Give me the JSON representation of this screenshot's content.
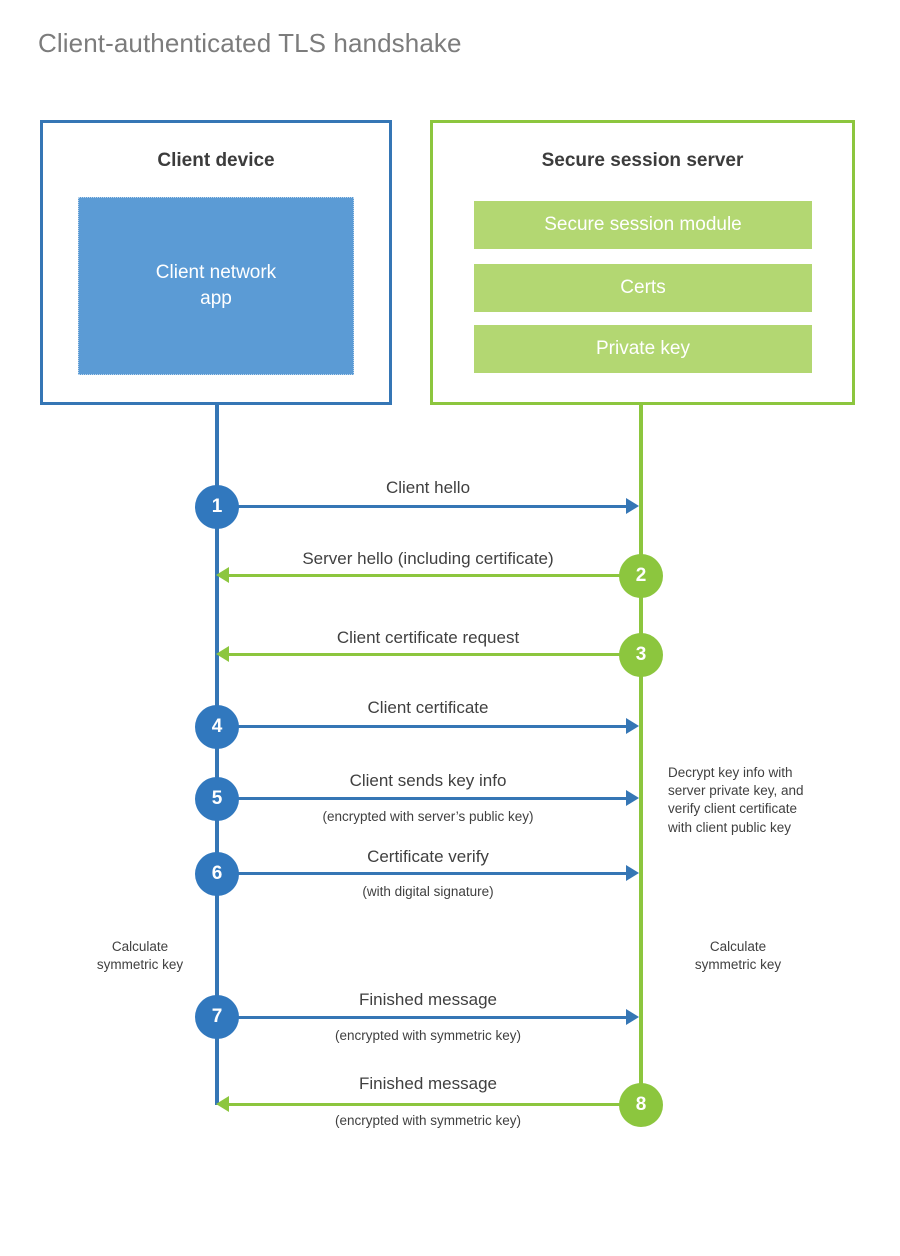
{
  "title": "Client-authenticated TLS handshake",
  "colors": {
    "client_border": "#3576b5",
    "client_fill": "#5b9bd5",
    "client_circle": "#3178be",
    "server_border": "#8cc63e",
    "server_fill": "#b3d772",
    "server_circle": "#8cc63e",
    "title_text": "#7c7c7c",
    "body_text": "#404040"
  },
  "client": {
    "title": "Client device",
    "app_label": "Client network\napp"
  },
  "server": {
    "title": "Secure session server",
    "components": [
      {
        "label": "Secure session module"
      },
      {
        "label": "Certs"
      },
      {
        "label": "Private key"
      }
    ]
  },
  "steps": [
    {
      "number": "1",
      "side": "client",
      "direction": "right",
      "label": "Client hello",
      "sub": ""
    },
    {
      "number": "2",
      "side": "server",
      "direction": "left",
      "label": "Server hello (including certificate)",
      "sub": ""
    },
    {
      "number": "3",
      "side": "server",
      "direction": "left",
      "label": "Client certificate request",
      "sub": ""
    },
    {
      "number": "4",
      "side": "client",
      "direction": "right",
      "label": "Client certificate",
      "sub": ""
    },
    {
      "number": "5",
      "side": "client",
      "direction": "right",
      "label": "Client sends key info",
      "sub": "(encrypted with server’s public key)"
    },
    {
      "number": "6",
      "side": "client",
      "direction": "right",
      "label": "Certificate verify",
      "sub": "(with digital signature)"
    },
    {
      "number": "7",
      "side": "client",
      "direction": "right",
      "label": "Finished message",
      "sub": "(encrypted with symmetric key)"
    },
    {
      "number": "8",
      "side": "server",
      "direction": "left",
      "label": "Finished message",
      "sub": "(encrypted with symmetric key)"
    }
  ],
  "notes": {
    "server_decrypt": "Decrypt key info with\nserver private key, and\nverify client certificate\nwith client public key",
    "client_calculate": "Calculate\nsymmetric key",
    "server_calculate": "Calculate\nsymmetric key"
  }
}
